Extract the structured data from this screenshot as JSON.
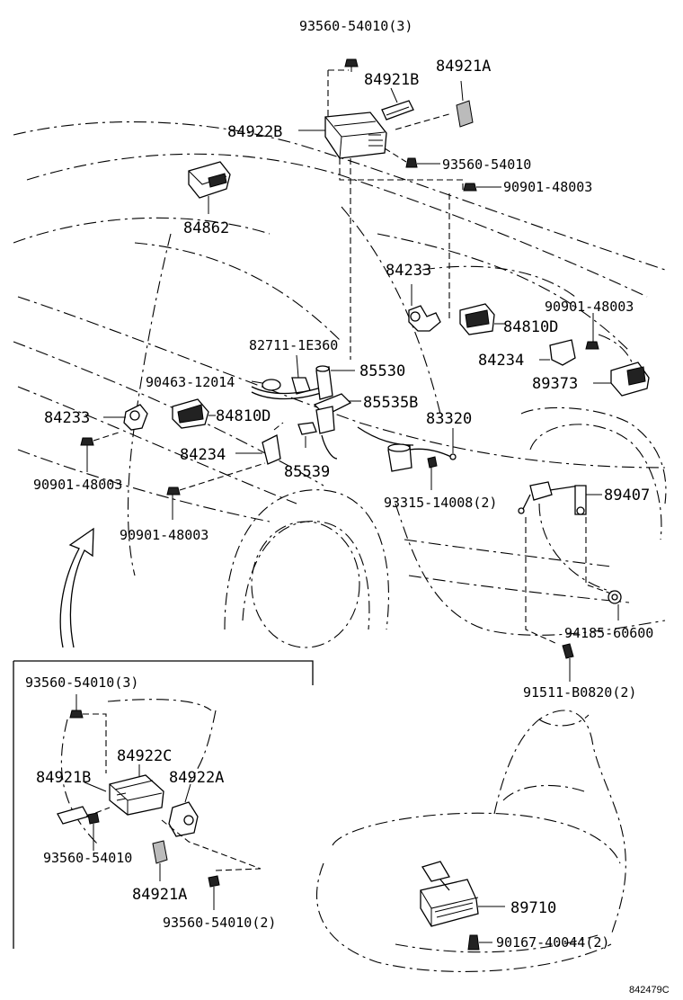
{
  "labels": {
    "l_93560_54010_3_top": "93560-54010(3)",
    "l_84921B_top": "84921B",
    "l_84921A_top": "84921A",
    "l_84922B": "84922B",
    "l_93560_54010_top": "93560-54010",
    "l_90901_48003_a": "90901-48003",
    "l_84862": "84862",
    "l_84233_right": "84233",
    "l_90901_48003_b": "90901-48003",
    "l_84810D_right": "84810D",
    "l_84234_right": "84234",
    "l_89373": "89373",
    "l_82711_1E360": "82711-1E360",
    "l_90463_12014": "90463-12014",
    "l_85530": "85530",
    "l_85535B": "85535B",
    "l_84233_left": "84233",
    "l_84810D_left": "84810D",
    "l_83320": "83320",
    "l_84234_left": "84234",
    "l_85539": "85539",
    "l_90901_48003_c": "90901-48003",
    "l_93315_14008_2": "93315-14008(2)",
    "l_89407": "89407",
    "l_90901_48003_d": "90901-48003",
    "l_94185_60600": "94185-60600",
    "l_93560_54010_3_inset": "93560-54010(3)",
    "l_91511_B0820_2": "91511-B0820(2)",
    "l_84922C": "84922C",
    "l_84921B_inset": "84921B",
    "l_84922A": "84922A",
    "l_93560_54010_inset": "93560-54010",
    "l_84921A_inset": "84921A",
    "l_93560_54010_2": "93560-54010(2)",
    "l_89710": "89710",
    "l_90167_40044_2": "90167-40044(2)",
    "l_figure_code": "842479C"
  }
}
